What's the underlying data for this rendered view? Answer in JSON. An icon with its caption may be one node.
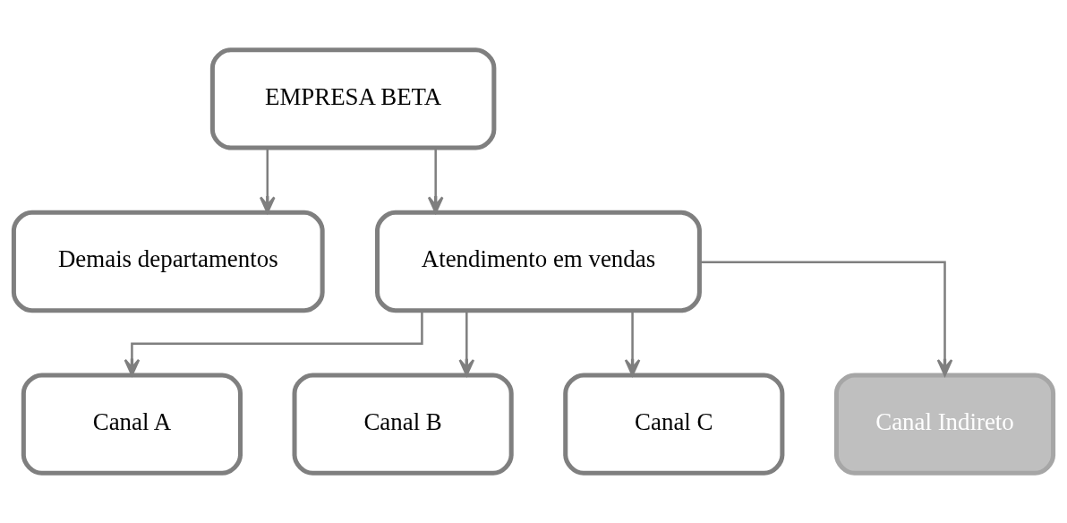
{
  "diagram": {
    "nodes": [
      {
        "text": [
          "EMPRESA BETA"
        ]
      },
      {
        "text": [
          "Demais departamentos"
        ]
      },
      {
        "text": [
          "Atendimento em vendas"
        ]
      },
      {
        "text": [
          "Canal A"
        ]
      },
      {
        "text": [
          "Canal B"
        ]
      },
      {
        "text": [
          "Canal C"
        ]
      },
      {
        "text": [
          "Canal Indireto"
        ]
      }
    ],
    "edges": [
      {
        "from": 0,
        "to": 1,
        "arrow": "to"
      },
      {
        "from": 0,
        "to": 2,
        "arrow": "to"
      },
      {
        "from": 2,
        "to": 3,
        "arrow": "to"
      },
      {
        "from": 2,
        "to": 4,
        "arrow": "to"
      },
      {
        "from": 2,
        "to": 5,
        "arrow": "to"
      },
      {
        "from": 2,
        "to": 6,
        "arrow": "to"
      }
    ]
  }
}
